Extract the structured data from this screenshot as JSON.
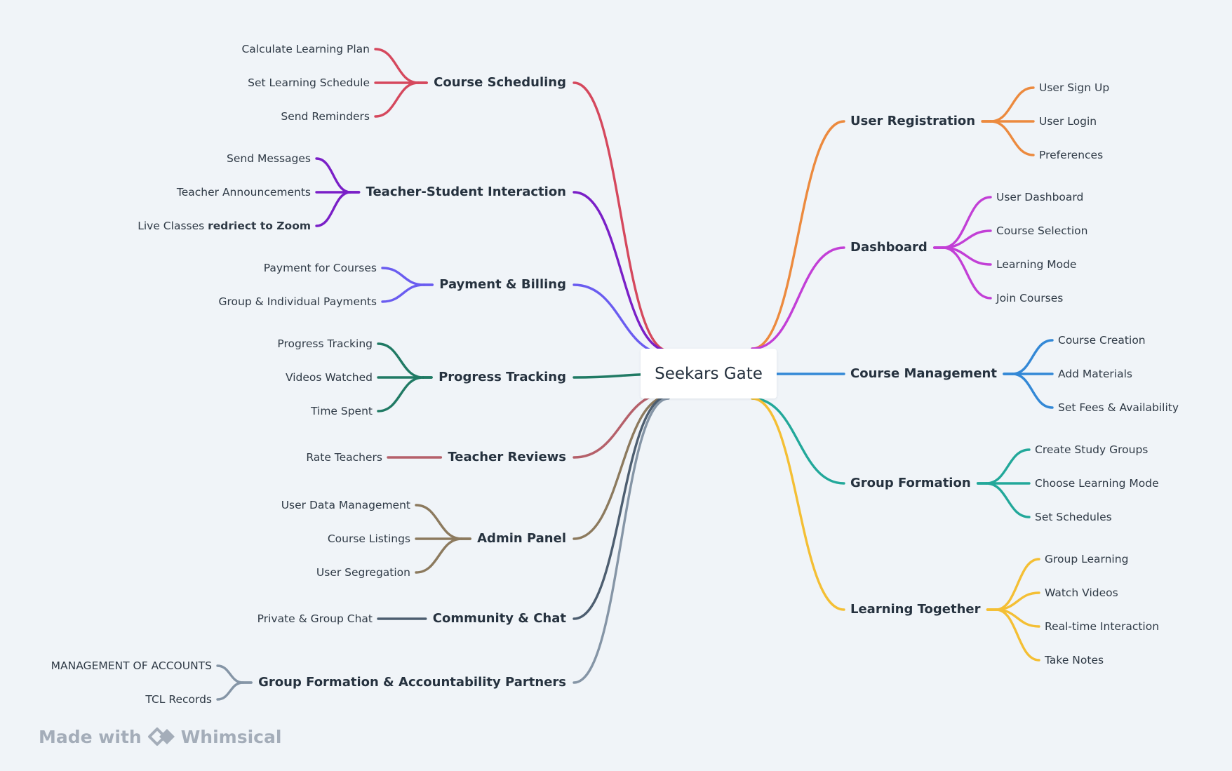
{
  "mindmap": {
    "root": "Seekars Gate",
    "left": [
      {
        "label": "Course Scheduling",
        "color": "#d5485d",
        "children": [
          {
            "text": "Calculate Learning Plan"
          },
          {
            "text": "Set Learning Schedule"
          },
          {
            "text": "Send Reminders"
          }
        ]
      },
      {
        "label": "Teacher-Student Interaction",
        "color": "#7a1fc7",
        "children": [
          {
            "text": "Send Messages"
          },
          {
            "text": "Teacher Announcements"
          },
          {
            "text": "Live Classes",
            "strong": "redriect to Zoom"
          }
        ]
      },
      {
        "label": "Payment & Billing",
        "color": "#6a5cf0",
        "children": [
          {
            "text": "Payment for Courses"
          },
          {
            "text": "Group & Individual Payments"
          }
        ]
      },
      {
        "label": "Progress Tracking",
        "color": "#207a64",
        "children": [
          {
            "text": "Progress Tracking"
          },
          {
            "text": "Videos Watched"
          },
          {
            "text": "Time Spent"
          }
        ]
      },
      {
        "label": "Teacher Reviews",
        "color": "#b5606a",
        "children": [
          {
            "text": "Rate Teachers"
          }
        ]
      },
      {
        "label": "Admin Panel",
        "color": "#8c7a5e",
        "children": [
          {
            "text": "User Data Management"
          },
          {
            "text": "Course Listings"
          },
          {
            "text": "User Segregation"
          }
        ]
      },
      {
        "label": "Community & Chat",
        "color": "#4d5e70",
        "children": [
          {
            "text": "Private & Group Chat"
          }
        ]
      },
      {
        "label": "Group Formation & Accountability Partners",
        "color": "#8595a6",
        "children": [
          {
            "text": "MANAGEMENT OF ACCOUNTS"
          },
          {
            "text": "TCL Records"
          }
        ]
      }
    ],
    "right": [
      {
        "label": "User Registration",
        "color": "#ec8a3e",
        "children": [
          {
            "text": "User Sign Up"
          },
          {
            "text": "User Login"
          },
          {
            "text": "Preferences"
          }
        ]
      },
      {
        "label": "Dashboard",
        "color": "#c23fd6",
        "children": [
          {
            "text": "User Dashboard"
          },
          {
            "text": "Course Selection"
          },
          {
            "text": "Learning Mode"
          },
          {
            "text": "Join Courses"
          }
        ]
      },
      {
        "label": "Course Management",
        "color": "#3388d6",
        "children": [
          {
            "text": "Course Creation"
          },
          {
            "text": "Add Materials"
          },
          {
            "text": "Set Fees & Availability"
          }
        ]
      },
      {
        "label": "Group Formation",
        "color": "#22a89a",
        "children": [
          {
            "text": "Create Study Groups"
          },
          {
            "text": "Choose Learning Mode"
          },
          {
            "text": "Set Schedules"
          }
        ]
      },
      {
        "label": "Learning Together",
        "color": "#f4bf34",
        "children": [
          {
            "text": "Group Learning"
          },
          {
            "text": "Watch Videos"
          },
          {
            "text": "Real-time Interaction"
          },
          {
            "text": "Take Notes"
          }
        ]
      }
    ]
  },
  "watermark": {
    "prefix": "Made with",
    "brand": "Whimsical",
    "logo_icon": "whimsical-logo-icon"
  }
}
